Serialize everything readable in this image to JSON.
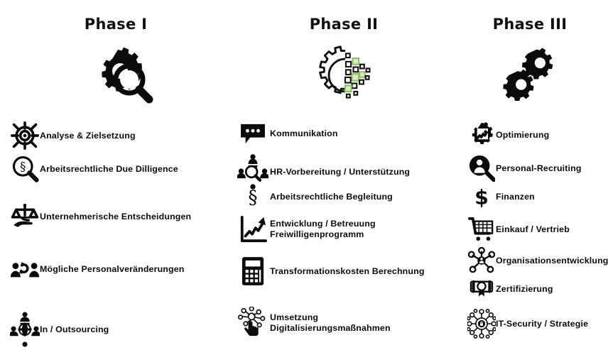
{
  "meta": {
    "background_color": "#ffffff",
    "text_color": "#0b0b0b",
    "accent_green": "#cfe3b4"
  },
  "columns": [
    {
      "id": "phase-1",
      "title": "Phase I",
      "hero_icon": "gear-magnifier-icon",
      "items": [
        {
          "label": "Analyse & Zielsetzung",
          "icon": "target-crosshair-icon"
        },
        {
          "label": "Arbeitsrechtliche  Due Dilligence",
          "icon": "paragraph-magnifier-icon"
        },
        {
          "label": "Unternehmerische  Entscheidungen",
          "icon": "scales-on-hand-icon"
        },
        {
          "label": "Mögliche Personalveränderungen",
          "icon": "people-exchange-icon"
        },
        {
          "label": "In / Outsourcing",
          "icon": "people-globe-network-icon"
        }
      ]
    },
    {
      "id": "phase-2",
      "title": "Phase II",
      "hero_icon": "digital-gear-pixels-icon",
      "items": [
        {
          "label": "Kommunikation",
          "icon": "speech-bubble-icon"
        },
        {
          "label": "HR-Vorbereitung / Unterstützung",
          "icon": "people-search-icon"
        },
        {
          "label": "Arbeitsrechtliche  Begleitung",
          "icon": "paragraph-section-icon"
        },
        {
          "label": "Entwicklung / Betreuung\nFreiwilligenprogramm",
          "icon": "growth-chart-icon"
        },
        {
          "label": "Transformationskosten  Berechnung",
          "icon": "calculator-icon"
        },
        {
          "label": "Umsetzung\nDigitalisierungsmaßnahmen",
          "icon": "hand-click-network-icon"
        }
      ]
    },
    {
      "id": "phase-3",
      "title": "Phase III",
      "hero_icon": "two-gears-icon",
      "items": [
        {
          "label": "Optimierung",
          "icon": "gear-chart-icon"
        },
        {
          "label": "Personal-Recruiting",
          "icon": "person-magnifier-icon"
        },
        {
          "label": "Finanzen",
          "icon": "dollar-sign-icon"
        },
        {
          "label": "Einkauf / Vertrieb",
          "icon": "shopping-cart-icon"
        },
        {
          "label": "Organisationsentwicklung",
          "icon": "org-network-icon"
        },
        {
          "label": "Zertifizierung",
          "icon": "certificate-scroll-icon"
        },
        {
          "label": "IT-Security / Strategie",
          "icon": "security-lock-network-icon"
        }
      ]
    }
  ]
}
